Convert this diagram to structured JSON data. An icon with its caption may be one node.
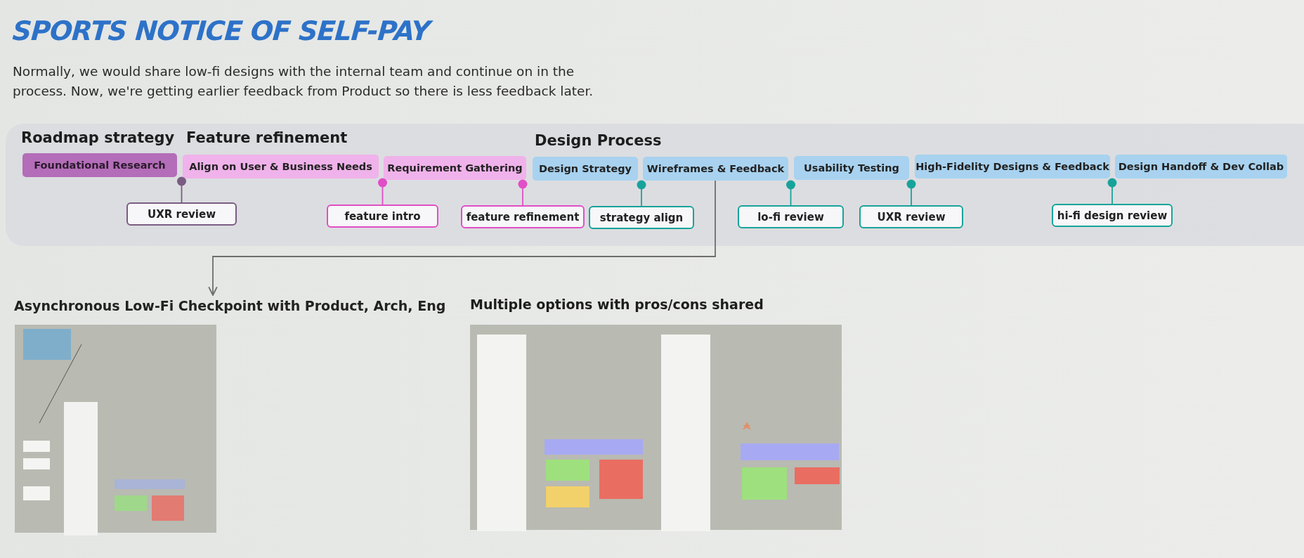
{
  "diagram": {
    "title": "SPORTS NOTICE OF SELF-PAY",
    "caption": "Normally, we would share low-fi designs with the internal team and continue on in the process. Now, we're getting earlier feedback from Product so there is less feedback later.",
    "nodes": [
      {
        "text": [
          "Foundational Research"
        ]
      },
      {
        "text": [
          "Align on User & Business Needs"
        ]
      },
      {
        "text": [
          "Requirement Gathering"
        ]
      },
      {
        "text": [
          "Design Strategy"
        ]
      },
      {
        "text": [
          "Wireframes & Feedback"
        ]
      },
      {
        "text": [
          "Usability Testing"
        ]
      },
      {
        "text": [
          "High-Fidelity Designs & Feedback"
        ]
      },
      {
        "text": [
          "Design Handoff & Dev Collab"
        ]
      },
      {
        "text": [
          "UXR review"
        ]
      },
      {
        "text": [
          "feature intro"
        ]
      },
      {
        "text": [
          "feature refinement"
        ]
      },
      {
        "text": [
          "strategy align"
        ]
      },
      {
        "text": [
          "lo-fi review"
        ]
      },
      {
        "text": [
          "UXR review"
        ]
      },
      {
        "text": [
          "hi-fi design review"
        ]
      },
      {
        "text": [
          "Asynchronous Low-Fi Checkpoint with Product, Arch, Eng"
        ]
      }
    ],
    "edges": [
      {
        "from": 0,
        "to": 8,
        "arrow": "other",
        "color": "#7a5c82"
      },
      {
        "from": 1,
        "to": 9,
        "arrow": "other",
        "color": "#e04fc6"
      },
      {
        "from": 2,
        "to": 10,
        "arrow": "other",
        "color": "#e04fc6"
      },
      {
        "from": 3,
        "to": 11,
        "arrow": "other"
      },
      {
        "from": 4,
        "to": 12,
        "arrow": "other"
      },
      {
        "from": 5,
        "to": 13,
        "arrow": "other"
      },
      {
        "from": 6,
        "to": 14,
        "arrow": "other"
      },
      {
        "from": 4,
        "to": 15,
        "arrow": "to",
        "color": "#6e6e6e"
      }
    ],
    "labels": [
      "Roadmap strategy",
      "Feature refinement",
      "Design Process",
      "Multiple options with pros/cons shared"
    ]
  }
}
